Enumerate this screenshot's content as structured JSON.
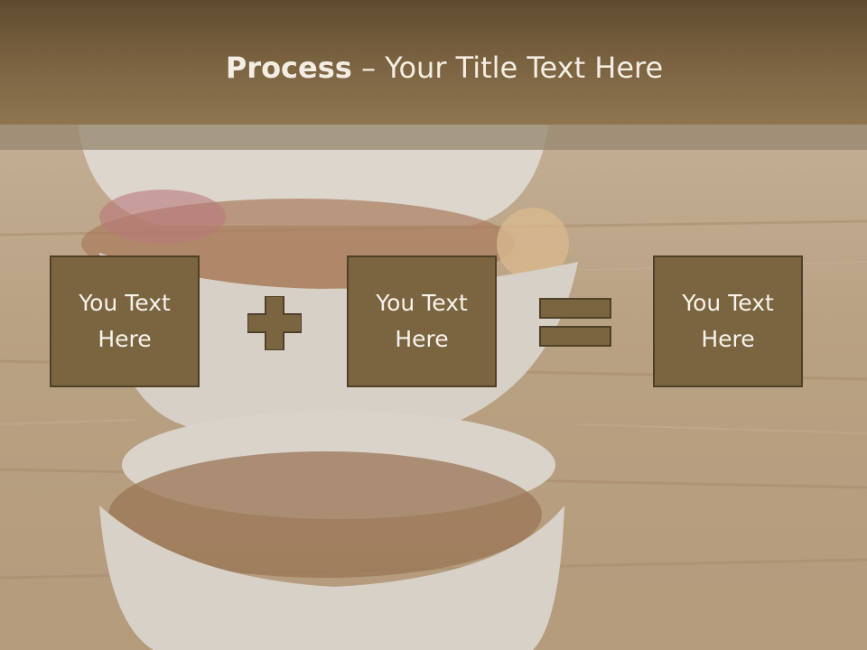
{
  "title": {
    "bold_part": "Process",
    "rest_part": " – Your Title Text Here"
  },
  "boxes": [
    {
      "label": "You Text Here"
    },
    {
      "label": "You Text Here"
    },
    {
      "label": "You Text Here"
    }
  ],
  "colors": {
    "title_bar": "#7b6341",
    "box_fill": "#7b6541",
    "box_border": "#4f4028",
    "operator_fill": "#7b6541"
  },
  "background_image": "stacked-bowls-of-nuts-photo",
  "operators": [
    "plus-icon",
    "equals-icon"
  ]
}
